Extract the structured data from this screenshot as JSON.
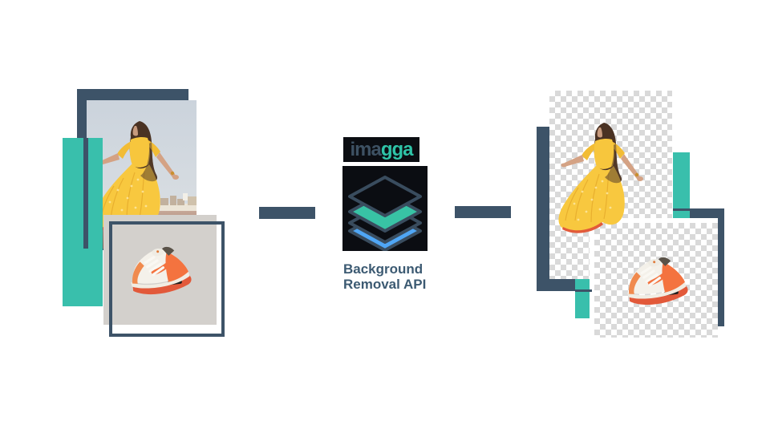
{
  "brand": {
    "logo_ima": "ima",
    "logo_gga": "gga",
    "full_name": "imagga"
  },
  "caption": {
    "line1": "Background",
    "line2": "Removal API"
  },
  "icons": {
    "layers_icon": "stacked-layers-logo-mark",
    "connector_left": "dash",
    "connector_right": "dash"
  },
  "colors": {
    "slate": "#3d5368",
    "teal": "#39bfac",
    "logo_dark": "#3d5163",
    "logo_teal": "#2ec3a7",
    "icon_blue": "#4fa6f5",
    "icon_background": "#0b0d12",
    "caption_text": "#3c5a72",
    "checker_gray": "#d9d9d9",
    "dress_yellow": "#f8c83f",
    "shoe_orange": "#f4733f",
    "photo_sky": "#cfd6de",
    "shoe_photo_background": "#d3d0cc"
  },
  "scene": {
    "left_group": "original photos (woman in yellow dress, sneaker)",
    "right_group": "same photos with transparent checkerboard background"
  }
}
